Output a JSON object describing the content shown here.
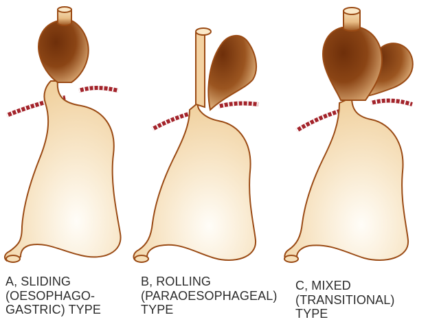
{
  "panels": [
    {
      "id": "a",
      "lines": [
        "A, SLIDING",
        "(OESOPHAGO-",
        "GASTRIC) TYPE"
      ]
    },
    {
      "id": "b",
      "lines": [
        "B, ROLLING",
        "(PARAOESOPHAGEAL)",
        "TYPE"
      ]
    },
    {
      "id": "c",
      "lines": [
        "C, MIXED",
        "(TRANSITIONAL)",
        "TYPE"
      ]
    }
  ],
  "colors": {
    "outline": "#9a4a14",
    "stomach_fill": "#f6dfb8",
    "stomach_highlight": "#fffdf8",
    "hernia_dark": "#6e2f0a",
    "hernia_mid": "#b26a2c",
    "diaphragm_red": "#a3232a",
    "diaphragm_white": "#ffffff",
    "caption_text": "#2b2b2b"
  }
}
